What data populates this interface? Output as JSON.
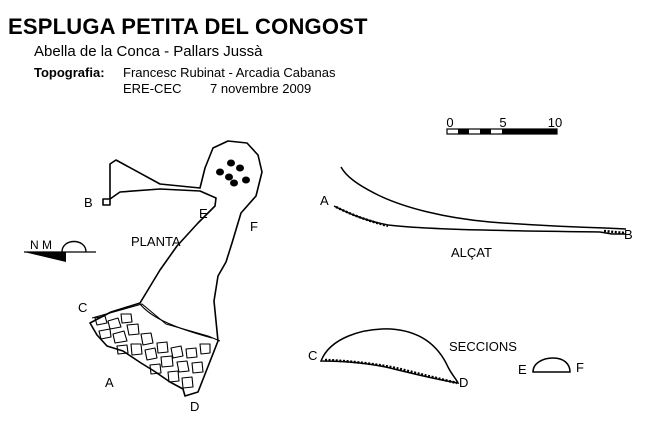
{
  "title": "ESPLUGA PETITA DEL CONGOST",
  "subtitle": "Abella de la Conca - Pallars Jussà",
  "topography": {
    "label": "Topografia:",
    "authors": "Francesc Rubinat - Arcadia Cabanas",
    "organization": "ERE-CEC",
    "date": "7 novembre 2009"
  },
  "scale_bar": {
    "ticks": [
      "0",
      "5",
      "10"
    ]
  },
  "north_arrow": {
    "label": "N M"
  },
  "views": {
    "plan": "PLANTA",
    "elevation": "ALÇAT",
    "sections": "SECCIONS"
  },
  "points": {
    "plan": [
      "B",
      "E",
      "F",
      "C",
      "A",
      "D"
    ],
    "elevation": [
      "A",
      "B"
    ],
    "section_cd": [
      "C",
      "D"
    ],
    "section_ef": [
      "E",
      "F"
    ]
  },
  "colors": {
    "ink": "#000000",
    "paper": "#ffffff"
  }
}
